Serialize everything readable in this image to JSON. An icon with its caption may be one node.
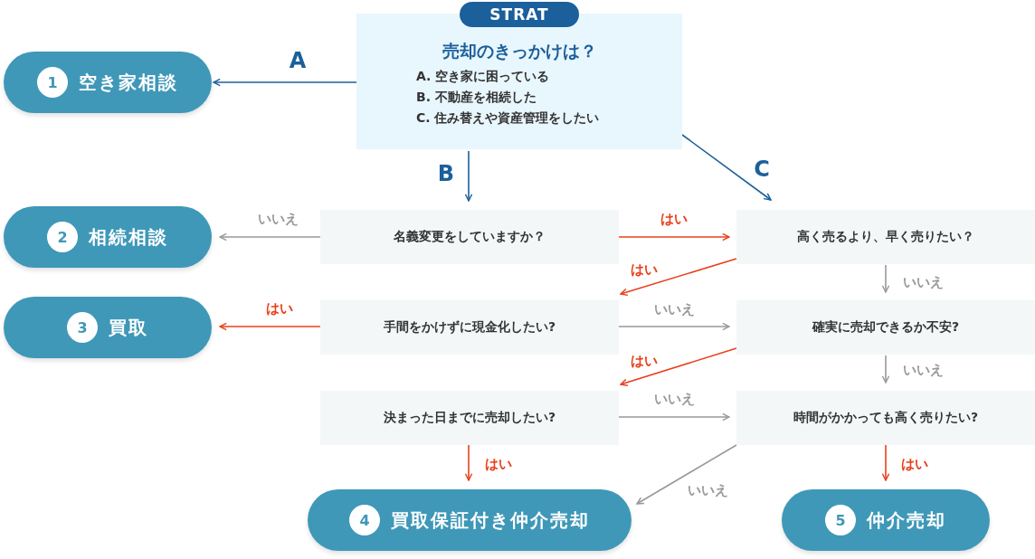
{
  "diagram": {
    "nodes": [
      {
        "text": [
          "売却のきっかけは？",
          "A. 空き家に困っている",
          "B. 不動産を相続した",
          "C. 住み替えや資産管理をしたい"
        ]
      },
      {
        "text": [
          "1",
          "空き家相談"
        ]
      },
      {
        "text": [
          "2",
          "相続相談"
        ]
      },
      {
        "text": [
          "3",
          "買取"
        ]
      },
      {
        "text": [
          "名義変更をしていますか？"
        ]
      },
      {
        "text": [
          "高く売るより、早く売りたい？"
        ]
      },
      {
        "text": [
          "手間をかけずに現金化したい?"
        ]
      },
      {
        "text": [
          "確実に売却できるか不安?"
        ]
      },
      {
        "text": [
          "決まった日までに売却したい?"
        ]
      },
      {
        "text": [
          "時間がかかっても高く売りたい?"
        ]
      },
      {
        "text": [
          "4",
          "買取保証付き仲介売却"
        ]
      },
      {
        "text": [
          "5",
          "仲介売却"
        ]
      },
      {
        "text": [
          "STRAT"
        ]
      }
    ],
    "edges": [
      {
        "from": 0,
        "to": 1,
        "arrow": "to",
        "label": "A",
        "color": "#1b5f9b"
      },
      {
        "from": 0,
        "to": 4,
        "arrow": "to",
        "label": "B",
        "color": "#1b5f9b"
      },
      {
        "from": 0,
        "to": 5,
        "arrow": "to",
        "label": "C",
        "color": "#1b5f9b"
      },
      {
        "from": 4,
        "to": 2,
        "arrow": "to",
        "label": "いいえ",
        "color": "#999999"
      },
      {
        "from": 4,
        "to": 5,
        "arrow": "to",
        "label": "はい",
        "color": "#e8401c"
      },
      {
        "from": 5,
        "to": 6,
        "arrow": "to",
        "label": "はい",
        "color": "#e8401c"
      },
      {
        "from": 5,
        "to": 7,
        "arrow": "to",
        "label": "いいえ",
        "color": "#999999"
      },
      {
        "from": 6,
        "to": 3,
        "arrow": "to",
        "label": "はい",
        "color": "#e8401c"
      },
      {
        "from": 6,
        "to": 7,
        "arrow": "to",
        "label": "いいえ",
        "color": "#999999"
      },
      {
        "from": 7,
        "to": 8,
        "arrow": "to",
        "label": "はい",
        "color": "#e8401c"
      },
      {
        "from": 7,
        "to": 9,
        "arrow": "to",
        "label": "いいえ",
        "color": "#999999"
      },
      {
        "from": 8,
        "to": 9,
        "arrow": "to",
        "label": "いいえ",
        "color": "#999999"
      },
      {
        "from": 8,
        "to": 10,
        "arrow": "to",
        "label": "はい",
        "color": "#e8401c"
      },
      {
        "from": 9,
        "to": 10,
        "arrow": "to",
        "label": "いいえ",
        "color": "#999999"
      },
      {
        "from": 9,
        "to": 11,
        "arrow": "to",
        "label": "はい",
        "color": "#e8401c"
      }
    ]
  }
}
